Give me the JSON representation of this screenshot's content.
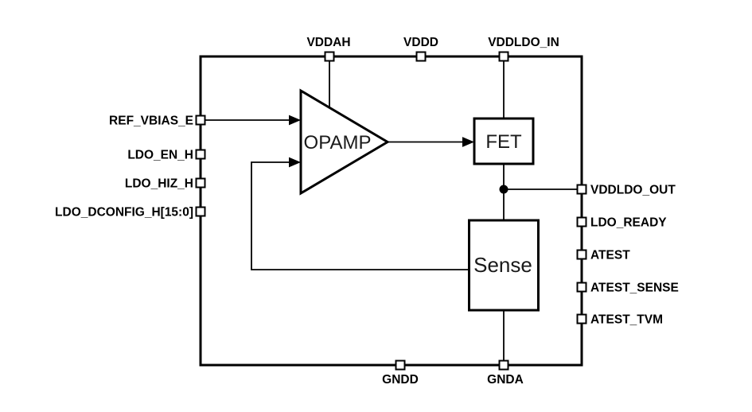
{
  "diagram": {
    "kind": "ldo-regulator-block-diagram",
    "colors": {
      "background": "#ffffff",
      "line": "#000000",
      "block_fill": "#ffffff",
      "text": "#000000"
    },
    "blocks": [
      {
        "id": "opamp",
        "label": "OPAMP",
        "shape": "triangle-amplifier"
      },
      {
        "id": "fet",
        "label": "FET",
        "shape": "rect"
      },
      {
        "id": "sense",
        "label": "Sense",
        "shape": "rect"
      }
    ],
    "pins": {
      "top": [
        {
          "label": "VDDAH"
        },
        {
          "label": "VDDD"
        },
        {
          "label": "VDDLDO_IN"
        }
      ],
      "left": [
        {
          "label": "REF_VBIAS_E"
        },
        {
          "label": "LDO_EN_H"
        },
        {
          "label": "LDO_HIZ_H"
        },
        {
          "label": "LDO_DCONFIG_H[15:0]"
        }
      ],
      "right": [
        {
          "label": "VDDLDO_OUT"
        },
        {
          "label": "LDO_READY"
        },
        {
          "label": "ATEST"
        },
        {
          "label": "ATEST_SENSE"
        },
        {
          "label": "ATEST_TVM"
        }
      ],
      "bottom": [
        {
          "label": "GNDD"
        },
        {
          "label": "GNDA"
        }
      ]
    },
    "connections": [
      {
        "from": "VDDAH",
        "to": "OPAMP.top",
        "arrow": false
      },
      {
        "from": "VDDLDO_IN",
        "to": "FET.top",
        "arrow": false
      },
      {
        "from": "REF_VBIAS_E",
        "to": "OPAMP.in1",
        "arrow": true
      },
      {
        "from": "Sense.left",
        "to": "OPAMP.in2",
        "arrow": true
      },
      {
        "from": "OPAMP.out",
        "to": "FET.left",
        "arrow": true
      },
      {
        "from": "FET.bottom",
        "to": "junction-dot",
        "arrow": false
      },
      {
        "from": "junction-dot",
        "to": "VDDLDO_OUT",
        "arrow": false
      },
      {
        "from": "junction-dot",
        "to": "Sense.top",
        "arrow": false
      },
      {
        "from": "Sense.bottom",
        "to": "GNDA",
        "arrow": false
      }
    ]
  }
}
